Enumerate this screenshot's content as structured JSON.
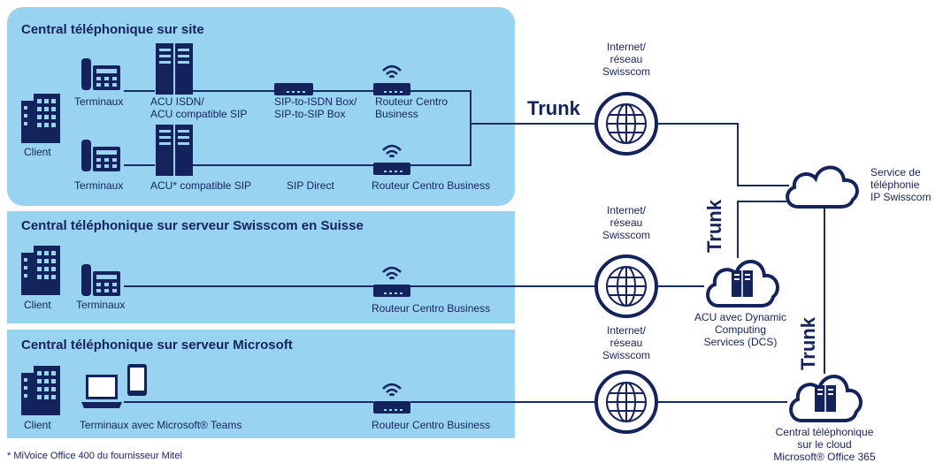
{
  "sections": {
    "onsite": {
      "title": "Central téléphonique sur site",
      "client": "Client",
      "row1": {
        "terminals": "Terminaux",
        "acu": [
          "ACU ISDN/",
          "ACU compatible SIP"
        ],
        "box": [
          "SIP-to-ISDN Box/",
          "SIP-to-SIP Box"
        ],
        "router": [
          "Routeur Centro",
          "Business"
        ]
      },
      "row2": {
        "terminals": "Terminaux",
        "acu": "ACU* compatible SIP",
        "sip": "SIP Direct",
        "router": "Routeur Centro Business"
      }
    },
    "swisscom_server": {
      "title": "Central téléphonique sur serveur Swisscom en Suisse",
      "client": "Client",
      "terminals": "Terminaux",
      "router": "Routeur Centro Business"
    },
    "microsoft_server": {
      "title": "Central téléphonique sur serveur Microsoft",
      "client": "Client",
      "terminals": "Terminaux avec Microsoft® Teams",
      "router": "Routeur Centro Business"
    }
  },
  "internet": [
    "Internet/",
    "réseau",
    "Swisscom"
  ],
  "trunk": "Trunk",
  "ip_service": [
    "Service de",
    "téléphonie",
    "IP Swisscom"
  ],
  "dcs": [
    "ACU avec Dynamic",
    "Computing",
    "Services (DCS)"
  ],
  "cloud_ms": [
    "Central téléphonique",
    "sur le cloud",
    "Microsoft® Office 365"
  ],
  "footnote": "* MiVoice Office 400 du fournisseur Mitel",
  "colors": {
    "panel": "#99d3f2",
    "navy": "#15235c",
    "line": "#1a2b64"
  }
}
